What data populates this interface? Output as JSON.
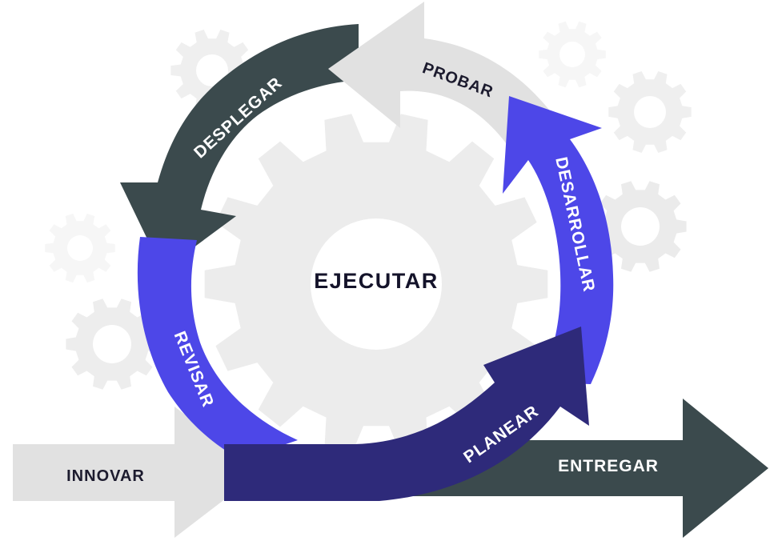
{
  "center_label": "EJECUTAR",
  "stages": {
    "innovar": "INNOVAR",
    "planear": "PLANEAR",
    "desarrollar": "DESARROLLAR",
    "probar": "PROBAR",
    "desplegar": "DESPLEGAR",
    "revisar": "REVISAR",
    "entregar": "ENTREGAR"
  },
  "colors": {
    "innovar": "#e1e1e1",
    "planear": "#2e2a7a",
    "desarrollar": "#4d47e8",
    "revisar": "#4d47e8",
    "probar": "#e1e1e1",
    "desplegar": "#3b4a4d",
    "entregar": "#3b4a4d",
    "gears": "#ededed",
    "label_light": "#ffffff",
    "label_dark": "#1c1b2e"
  },
  "icons": {
    "background": "gear-icon"
  }
}
